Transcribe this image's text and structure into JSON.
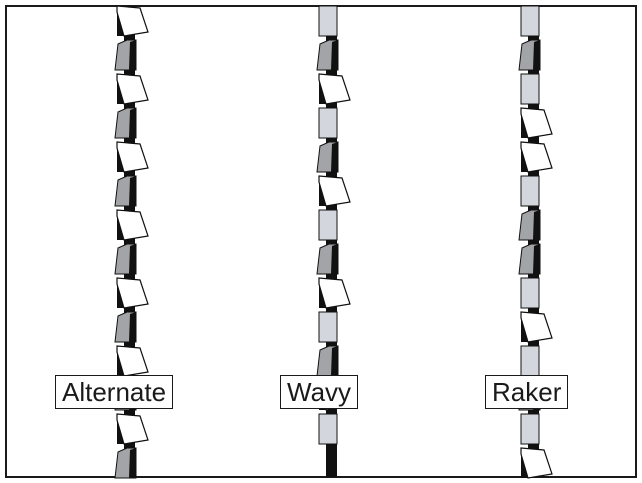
{
  "colors": {
    "frame": "#1a1a1a",
    "dark": "#111111",
    "medium_gray": "#a2a4a7",
    "light_gray": "#d3d6dc",
    "white": "#ffffff"
  },
  "saws": [
    {
      "label": "Alternate",
      "pattern": [
        "R",
        "L",
        "R",
        "L",
        "R",
        "L",
        "R",
        "L",
        "R",
        "L",
        "R",
        "L",
        "R",
        "L"
      ]
    },
    {
      "label": "Wavy",
      "pattern": [
        "S",
        "L",
        "R",
        "S",
        "L",
        "R",
        "S",
        "L",
        "R",
        "S",
        "L",
        "R",
        "S"
      ]
    },
    {
      "label": "Raker",
      "pattern": [
        "S",
        "L",
        "S",
        "R",
        "R",
        "S",
        "L",
        "L",
        "S",
        "R",
        "S",
        "L",
        "S",
        "R"
      ]
    }
  ]
}
